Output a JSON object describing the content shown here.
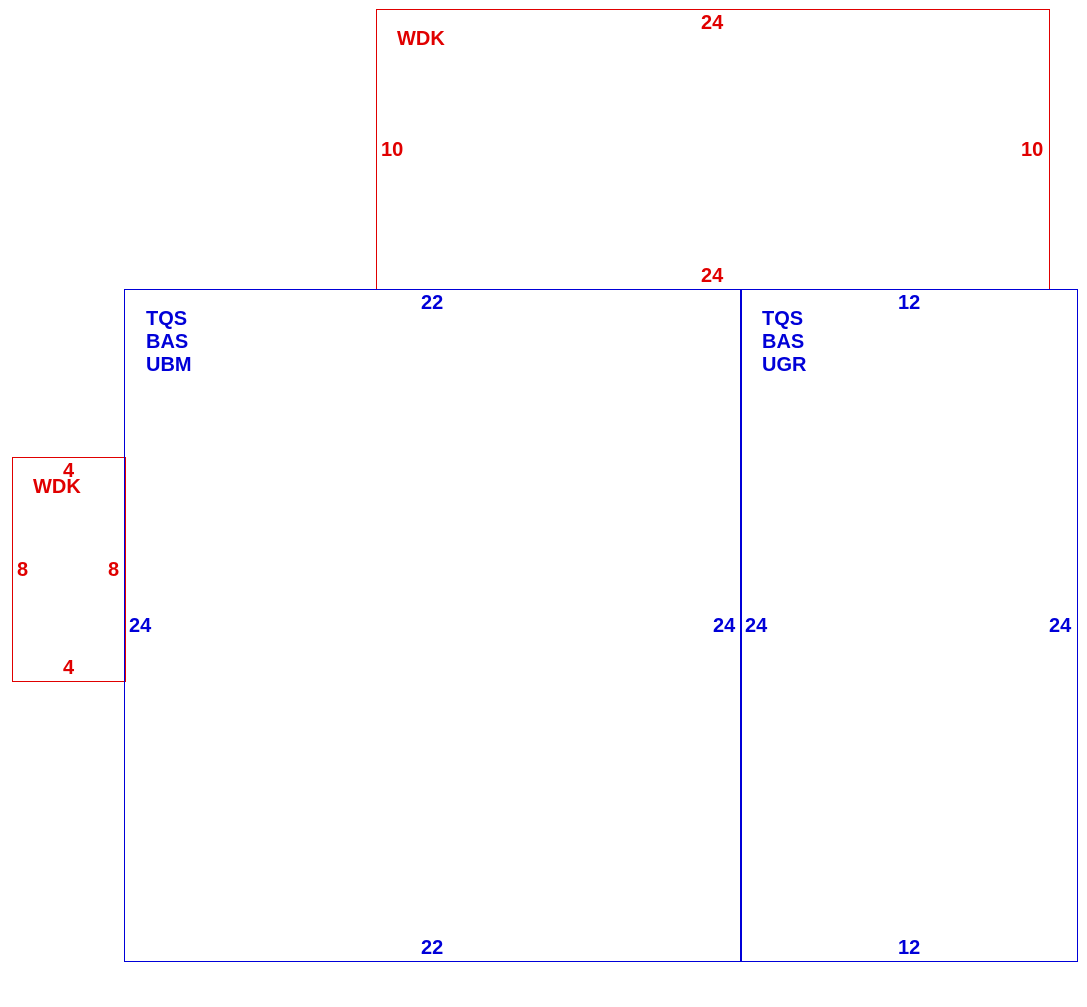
{
  "deck_top": {
    "code": "WDK",
    "dim_top": "24",
    "dim_bottom": "24",
    "dim_left": "10",
    "dim_right": "10"
  },
  "deck_left": {
    "code": "WDK",
    "dim_top": "4",
    "dim_bottom": "4",
    "dim_left": "8",
    "dim_right": "8"
  },
  "room_main": {
    "codes": [
      "TQS",
      "BAS",
      "UBM"
    ],
    "dim_top": "22",
    "dim_bottom": "22",
    "dim_left": "24",
    "dim_right": "24"
  },
  "room_side": {
    "codes": [
      "TQS",
      "BAS",
      "UGR"
    ],
    "dim_top": "12",
    "dim_bottom": "12",
    "dim_left": "24",
    "dim_right": "24"
  },
  "colors": {
    "deck": "#e00000",
    "room": "#0000d8"
  }
}
